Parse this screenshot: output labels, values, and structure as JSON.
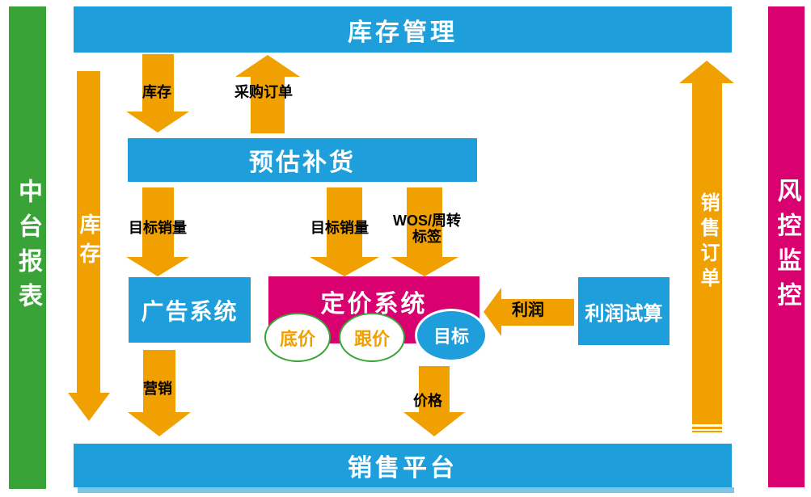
{
  "bars": {
    "top": {
      "label": "库存管理"
    },
    "bottom": {
      "label": "销售平台"
    },
    "left": {
      "label": "中台报表"
    },
    "right": {
      "label": "风控监控"
    }
  },
  "boxes": {
    "forecast": {
      "label": "预估补货"
    },
    "ads": {
      "label": "广告系统"
    },
    "pricing": {
      "label": "定价系统"
    },
    "profit_calc": {
      "label": "利润试算"
    }
  },
  "pricing_modes": {
    "base": {
      "label": "底价"
    },
    "follow": {
      "label": "跟价"
    },
    "target": {
      "label": "目标"
    }
  },
  "flows": {
    "inventory_top": {
      "label": "库存"
    },
    "purchase_order": {
      "label": "采购订单"
    },
    "inventory_long": {
      "label": "库存"
    },
    "target_sales_ads": {
      "label": "目标销量"
    },
    "target_sales_pricing": {
      "label": "目标销量"
    },
    "wos": {
      "label_line1": "WOS/周转",
      "label_line2": "标签"
    },
    "marketing": {
      "label": "营销"
    },
    "price": {
      "label": "价格"
    },
    "profit": {
      "label": "利润"
    },
    "sales_order": {
      "label": "销售订单"
    }
  },
  "colors": {
    "blue": "#1E9FDB",
    "light_blue": "#7FC5E8",
    "green": "#3AA338",
    "magenta": "#D9006F",
    "orange": "#F0A000",
    "label_text": "#000000",
    "box_text": "#FFFFFF"
  }
}
